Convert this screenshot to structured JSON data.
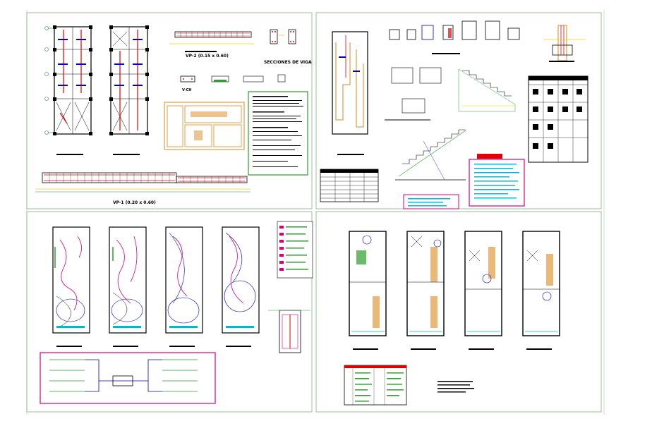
{
  "sheet": {
    "frame_color": "#7fb27f",
    "quadrants": [
      "structural-plans",
      "stair-and-details",
      "electrical-plans",
      "architectural-plans"
    ]
  },
  "labels": {
    "vp2": "VP-2 (0.15 x 0.60)",
    "secciones": "SECCIONES DE VIGA",
    "vp1": "VP-1 (0.20 x 0.60)",
    "vch": "V-CH"
  },
  "colors": {
    "wall": "#000000",
    "column": "#1a1a1a",
    "red": "#e00000",
    "magenta": "#d4007f",
    "blue": "#0000cc",
    "cyan": "#00b8d4",
    "green": "#2e9e2e",
    "yellow": "#f0d000",
    "orange": "#d98a1f",
    "dim": "#2e8b57"
  }
}
